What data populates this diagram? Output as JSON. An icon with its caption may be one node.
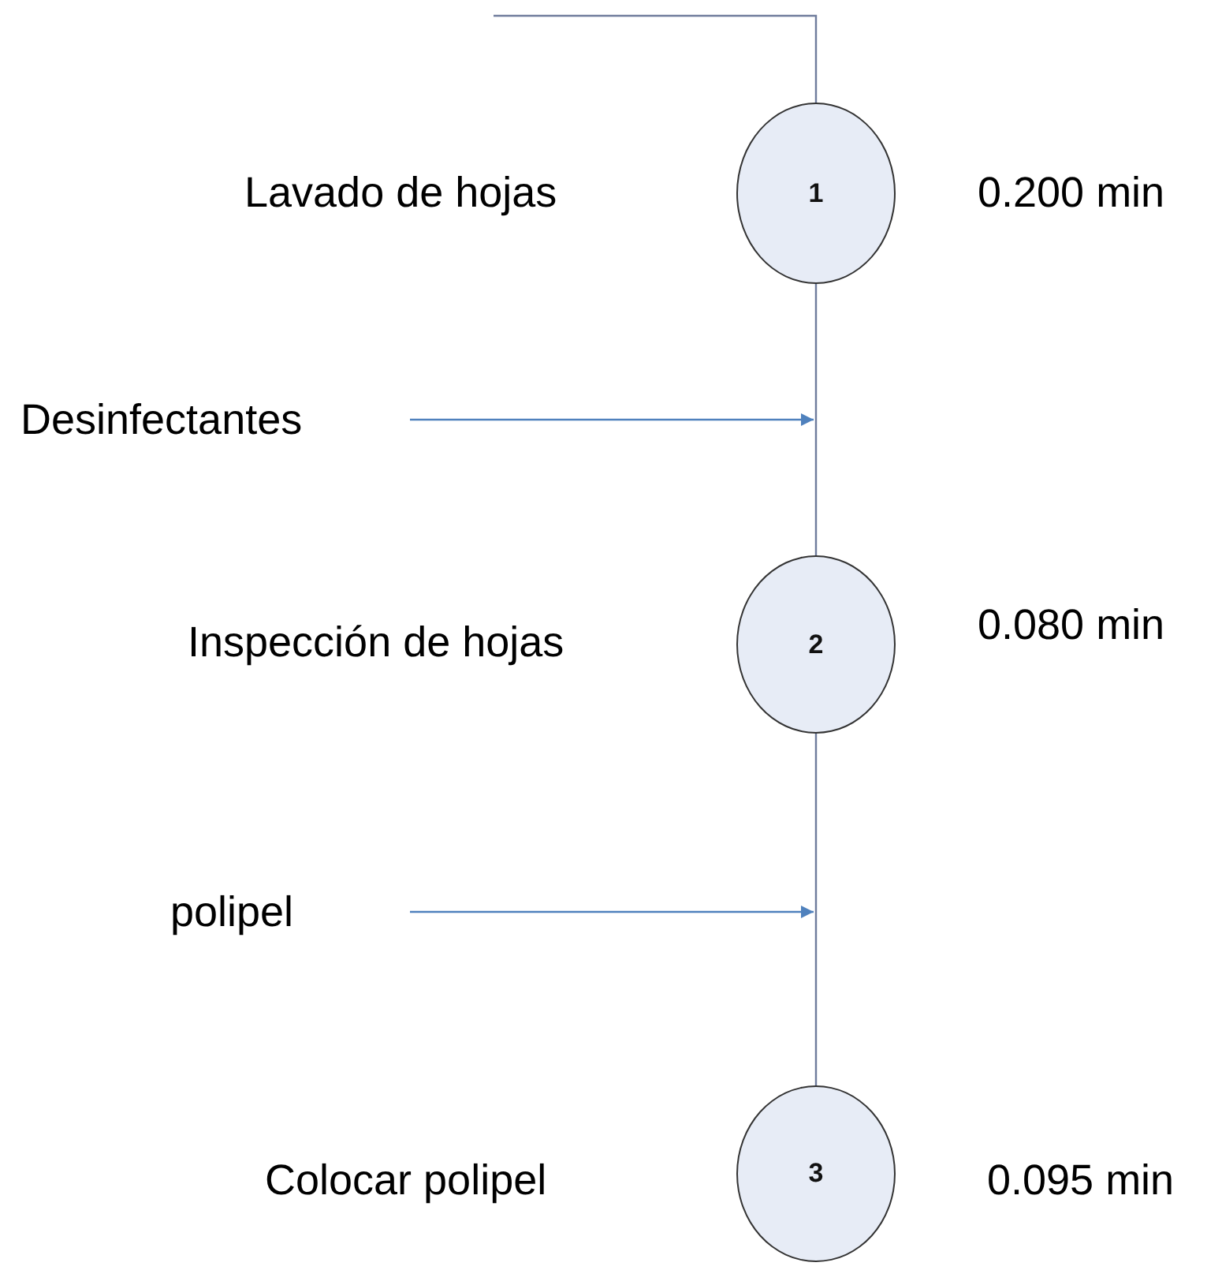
{
  "diagram": {
    "nodes": [
      {
        "text": [
          "1"
        ],
        "beside": [
          "0.200 min"
        ]
      },
      {
        "text": [
          "2"
        ],
        "beside": [
          "0.080 min"
        ]
      },
      {
        "text": [
          "3"
        ],
        "beside": [
          "0.095 min"
        ]
      },
      {
        "text": [
          "Desinfectantes"
        ]
      },
      {
        "text": [
          "polipel"
        ]
      }
    ],
    "edges": [
      {
        "from": null,
        "to": 0,
        "arrow": "none"
      },
      {
        "from": 0,
        "to": 1,
        "arrow": "none"
      },
      {
        "from": 1,
        "to": 2,
        "arrow": "none"
      },
      {
        "from": 3,
        "to": null,
        "arrow": "to",
        "color": "#4f81bd"
      },
      {
        "from": 4,
        "to": null,
        "arrow": "to",
        "color": "#4f81bd"
      }
    ],
    "labels": [
      "Lavado de hojas",
      "Inspección de hojas",
      "Colocar polipel"
    ]
  }
}
